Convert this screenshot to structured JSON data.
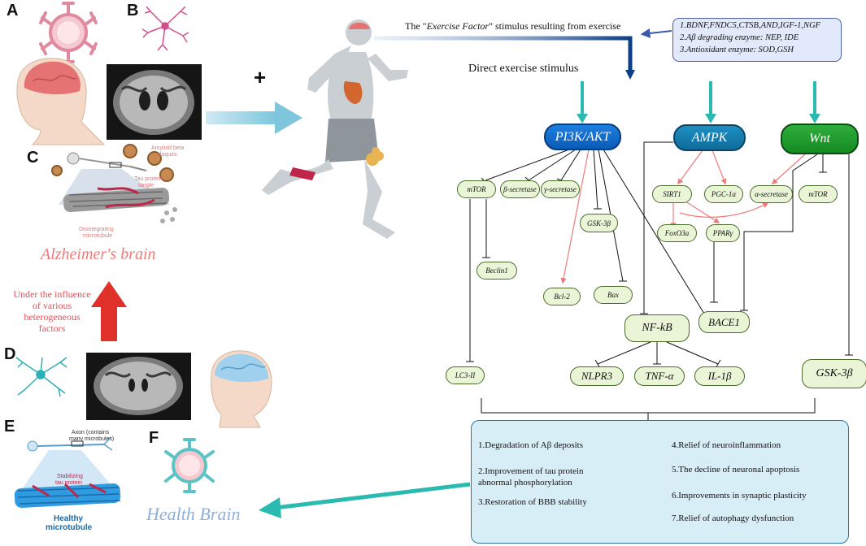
{
  "panel_letters": [
    "A",
    "B",
    "C",
    "D",
    "E",
    "F"
  ],
  "plus_sign": "+",
  "labels": {
    "exercise_factor_prefix": "The \"",
    "exercise_factor_emph": "Exercise Factor",
    "exercise_factor_suffix": "\" stimulus resulting from exercise",
    "direct_stimulus": "Direct exercise stimulus",
    "alzheimers_brain": "Alzheimer's brain",
    "health_brain": "Health Brain",
    "influence_line1": "Under the influence",
    "influence_line2": "of various",
    "influence_line3": "heterogeneous",
    "influence_line4": "factors",
    "amyloid_line1": "Amyloid beta",
    "amyloid_line2": "plaques",
    "tau_line1": "Tau protein",
    "tau_line2": "tangle",
    "disintegrating_line1": "Disintegrating",
    "disintegrating_line2": "microtubule",
    "axon_line1": "Axon (contains",
    "axon_line2": "many microbules)",
    "stabilizing_line1": "Stabilizing",
    "stabilizing_line2": "tau protein",
    "healthy_line1": "Healthy",
    "healthy_line2": "microtubule"
  },
  "exercise_factors": [
    "1.BDNF,FNDC5,CTSB,AND,IGF-1,NGF",
    "2.Aβ degrading enzyme: NEP, IDE",
    "3.Antioxidant enzyme: SOD,GSH"
  ],
  "pathways": {
    "pi3k": "PI3K/AKT",
    "ampk": "AMPK",
    "wnt": "Wnt"
  },
  "nodes": {
    "mtor1": "mTOR",
    "beta_secretase": "β-secretase",
    "gamma_secretase": "γ-secretase",
    "gsk3b_small": "GSK-3β",
    "beclin1": "Beclin1",
    "bcl2": "Bcl-2",
    "bax": "Bax",
    "sirt1": "SIRT1",
    "pgc1a": "PGC-1α",
    "alpha_secretase": "α-secretase",
    "mtor2": "mTOR",
    "foxo3a": "FoxO3a",
    "ppary": "PPARγ",
    "nfkb": "NF-kB",
    "bace1": "BACE1",
    "lc3": "LC3-II",
    "nlpr3": "NLPR3",
    "tnfa": "TNF-α",
    "il1b": "IL-1β",
    "gsk3b_big": "GSK-3β"
  },
  "outcomes": [
    "1.Degradation of Aβ deposits",
    "2.Improvement of tau protein",
    "abnormal phosphorylation",
    "3.Restoration of BBB stability",
    "4.Relief of neuroinflammation",
    "5.The decline of neuronal apoptosis",
    "6.Improvements in synaptic plasticity",
    "7.Relief of autophagy dysfunction"
  ],
  "colors": {
    "teal_arrow": "#2bbab0",
    "navy_arrow": "#0b3f86",
    "pink_arrow": "#f07a7a",
    "red_arrow": "#e0302a",
    "alz_text": "#f07a7a",
    "health_text": "#8fb0d9"
  }
}
